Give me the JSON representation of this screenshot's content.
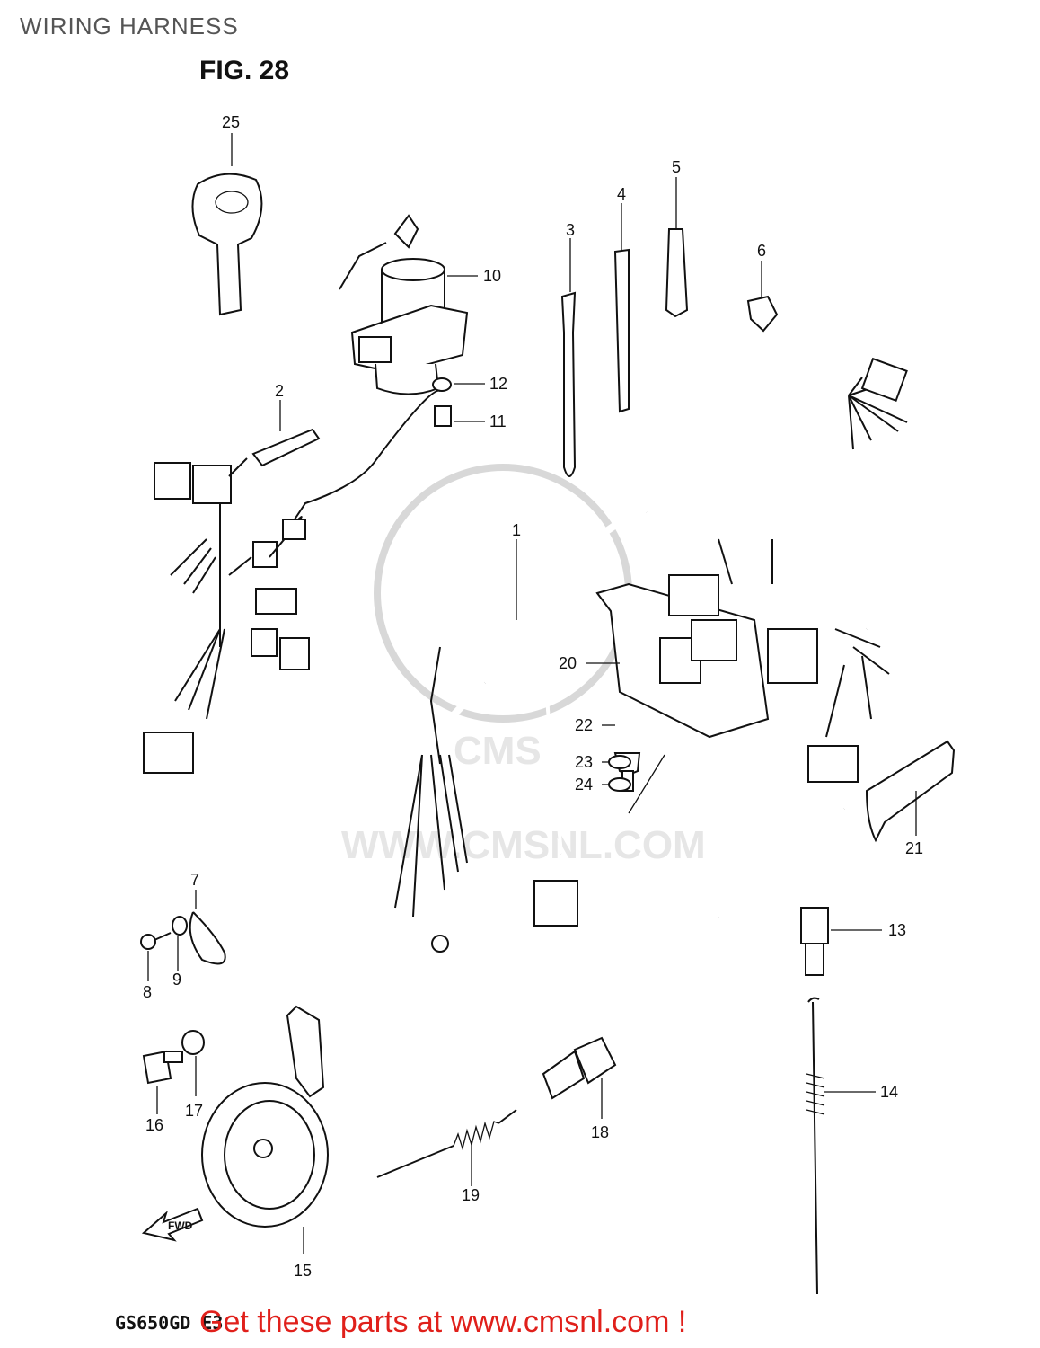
{
  "page": {
    "title": "WIRING HARNESS",
    "figure": "FIG. 28",
    "model_code": "GS650GD  E3",
    "cta": "Get these parts at www.cmsnl.com !"
  },
  "watermark": {
    "text": "WWW.CMSNL.COM",
    "logo_text": "CMS"
  },
  "fwd_label": "FWD",
  "callouts": [
    {
      "id": "1",
      "label": "1"
    },
    {
      "id": "2",
      "label": "2"
    },
    {
      "id": "3",
      "label": "3"
    },
    {
      "id": "4",
      "label": "4"
    },
    {
      "id": "5",
      "label": "5"
    },
    {
      "id": "6",
      "label": "6"
    },
    {
      "id": "7",
      "label": "7"
    },
    {
      "id": "8",
      "label": "8"
    },
    {
      "id": "9",
      "label": "9"
    },
    {
      "id": "10",
      "label": "10"
    },
    {
      "id": "11",
      "label": "11"
    },
    {
      "id": "12",
      "label": "12"
    },
    {
      "id": "13",
      "label": "13"
    },
    {
      "id": "14",
      "label": "14"
    },
    {
      "id": "15",
      "label": "15"
    },
    {
      "id": "16",
      "label": "16"
    },
    {
      "id": "17",
      "label": "17"
    },
    {
      "id": "18",
      "label": "18"
    },
    {
      "id": "19",
      "label": "19"
    },
    {
      "id": "20",
      "label": "20"
    },
    {
      "id": "21",
      "label": "21"
    },
    {
      "id": "22",
      "label": "22"
    },
    {
      "id": "23",
      "label": "23"
    },
    {
      "id": "24",
      "label": "24"
    },
    {
      "id": "25",
      "label": "25"
    }
  ]
}
